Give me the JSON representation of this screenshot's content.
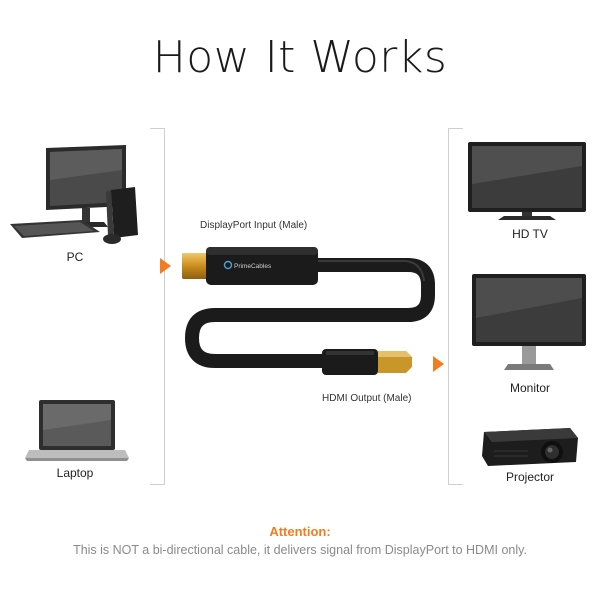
{
  "title": "How It Works",
  "inputs": {
    "pc_label": "PC",
    "laptop_label": "Laptop"
  },
  "cable": {
    "input_label": "DisplayPort Input (Male)",
    "output_label": "HDMI Output (Male)",
    "brand": "PrimeCables"
  },
  "outputs": {
    "hdtv_label": "HD TV",
    "monitor_label": "Monitor",
    "projector_label": "Projector"
  },
  "attention": {
    "title": "Attention:",
    "text": "This is NOT a bi-directional cable, it delivers signal from DisplayPort to HDMI only.",
    "title_color": "#f47c20"
  },
  "colors": {
    "accent": "#f47c20"
  }
}
